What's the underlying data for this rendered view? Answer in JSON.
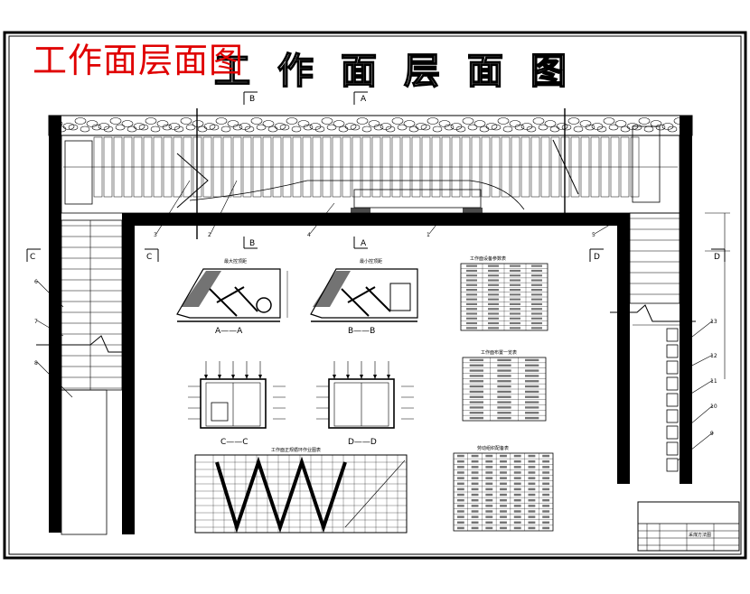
{
  "overlay_title": "工作面层面图",
  "drawing_title_chars": [
    "工",
    "作",
    "面",
    "层",
    "面",
    "图"
  ],
  "section_marks": {
    "A": "A",
    "B": "B",
    "C": "C",
    "D": "D"
  },
  "view_labels": {
    "aa": "A——A",
    "bb": "B——B",
    "cc": "C——C",
    "dd": "D——D",
    "max_control": "最大控顶距",
    "min_control": "最小控顶距"
  },
  "callout_numbers": [
    "1",
    "2",
    "3",
    "4",
    "5",
    "6",
    "7",
    "8",
    "9",
    "10",
    "11",
    "12",
    "13"
  ],
  "table_titles": {
    "equipment": "工作面设备参数表",
    "layout": "工作面布置一览表",
    "schedule": "工作面正规循环作业图表",
    "labor": "劳动组织配备表"
  },
  "title_block": {
    "name": "采煤方法图"
  },
  "colors": {
    "line": "#000000",
    "title_red": "#e00000",
    "background": "#ffffff"
  }
}
